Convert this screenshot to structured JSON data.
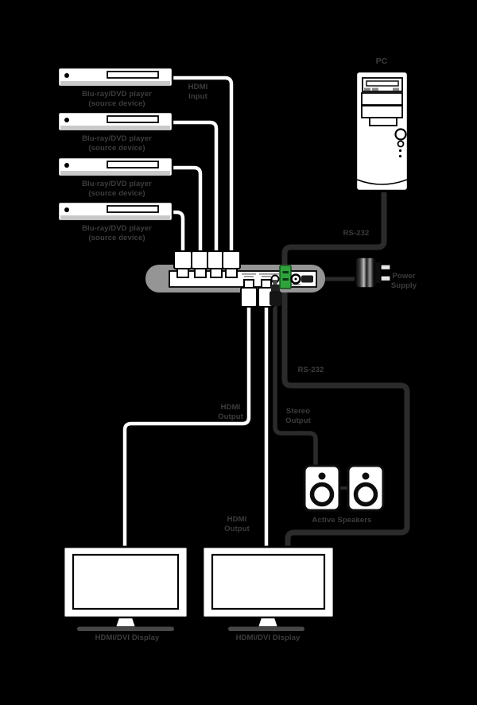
{
  "colors": {
    "background": "#000000",
    "label_text": "#3d3d3d",
    "cable_dark": "#2b2b2b",
    "switch_body_gray": "#959595",
    "phoenix_green": "#2fa23c",
    "device_white": "#ffffff"
  },
  "diagram": {
    "pc_label": "PC",
    "sources": {
      "labels": [
        "Blu-ray/DVD player\n(source device)",
        "Blu-ray/DVD player\n(source device)",
        "Blu-ray/DVD player\n(source device)",
        "Blu-ray/DVD player\n(source device)"
      ]
    },
    "connections": {
      "hdmi_input": "HDMI\nInput",
      "rs232_pc": "RS-232",
      "power_supply": "Power\nSupply",
      "hdmi_output_display1": "HDMI\nOutput",
      "stereo_output": "Stereo\nOutput",
      "rs232_display": "RS-232",
      "hdmi_output_display2": "HDMI\nOutput"
    },
    "speakers_label": "Active Speakers",
    "displays": {
      "display1_label": "HDMI/DVI Display",
      "display2_label": "HDMI/DVI Display"
    }
  }
}
